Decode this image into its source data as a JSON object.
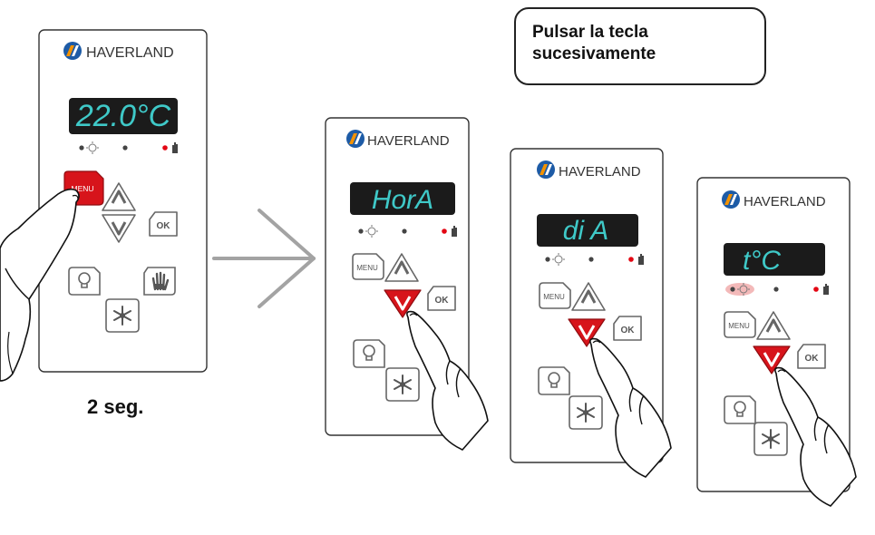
{
  "brand": "HAVERLAND",
  "instruction": {
    "line1": "Pulsar la tecla",
    "line2": "sucesivamente"
  },
  "hold_duration": "2 seg.",
  "panels": [
    {
      "display": "22.0°C",
      "active_button": "menu"
    },
    {
      "display": "HorA",
      "active_button": "down"
    },
    {
      "display": "di A",
      "active_button": "down"
    },
    {
      "display": "t°C",
      "active_button": "down"
    }
  ],
  "button_labels": {
    "menu": "MENU",
    "ok": "OK"
  },
  "colors": {
    "display_bg": "#1b1b1b",
    "segment_on": "#3fc9c8",
    "segment_off": "#3a3a3a",
    "active_button": "#d7141b",
    "indicator_red": "#e30613",
    "arrow_gray": "#a3a3a3",
    "logo_blue": "#1d5ba6",
    "logo_orange": "#f39200"
  }
}
